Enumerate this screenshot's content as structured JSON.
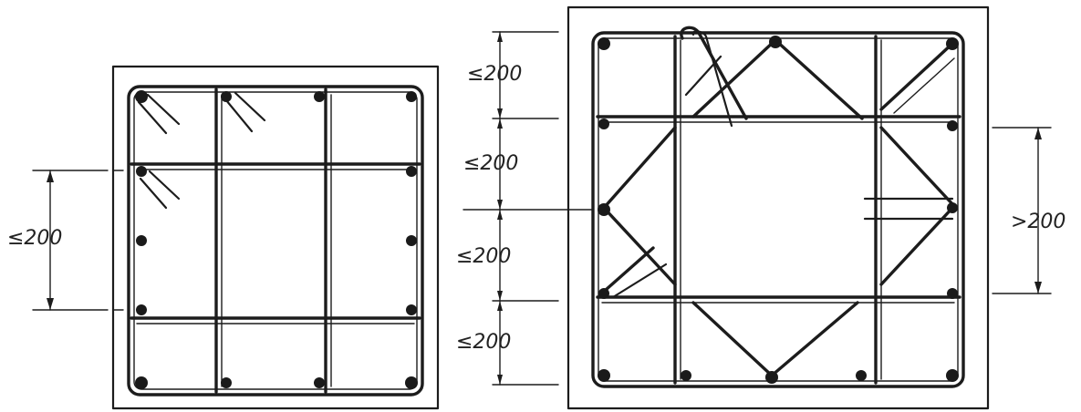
{
  "left_section": {
    "dimension_label": "≤200"
  },
  "right_section": {
    "dimension_labels": [
      "≤200",
      "≤200",
      "≤200",
      "≤200"
    ],
    "side_dimension_label": ">200"
  },
  "colors": {
    "ink": "#1c1c1c",
    "background": "#ffffff"
  }
}
